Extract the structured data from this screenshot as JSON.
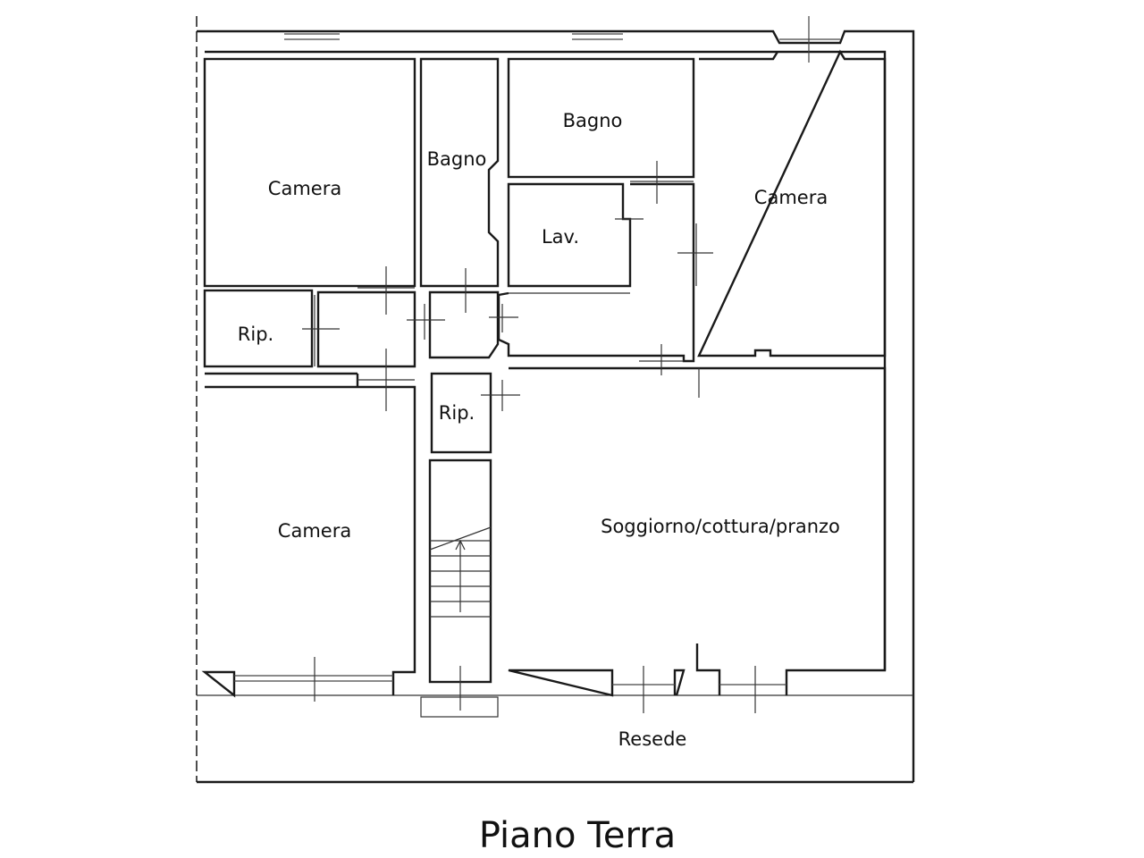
{
  "rooms": {
    "camera_top_left": "Camera",
    "bagno_left": "Bagno",
    "bagno_right": "Bagno",
    "lavanderia": "Lav.",
    "camera_top_right": "Camera",
    "ripostiglio_left": "Rip.",
    "ripostiglio_center": "Rip.",
    "camera_bottom_left": "Camera",
    "soggiorno": "Soggiorno/cottura/pranzo",
    "resede": "Resede"
  },
  "title": "Piano Terra"
}
